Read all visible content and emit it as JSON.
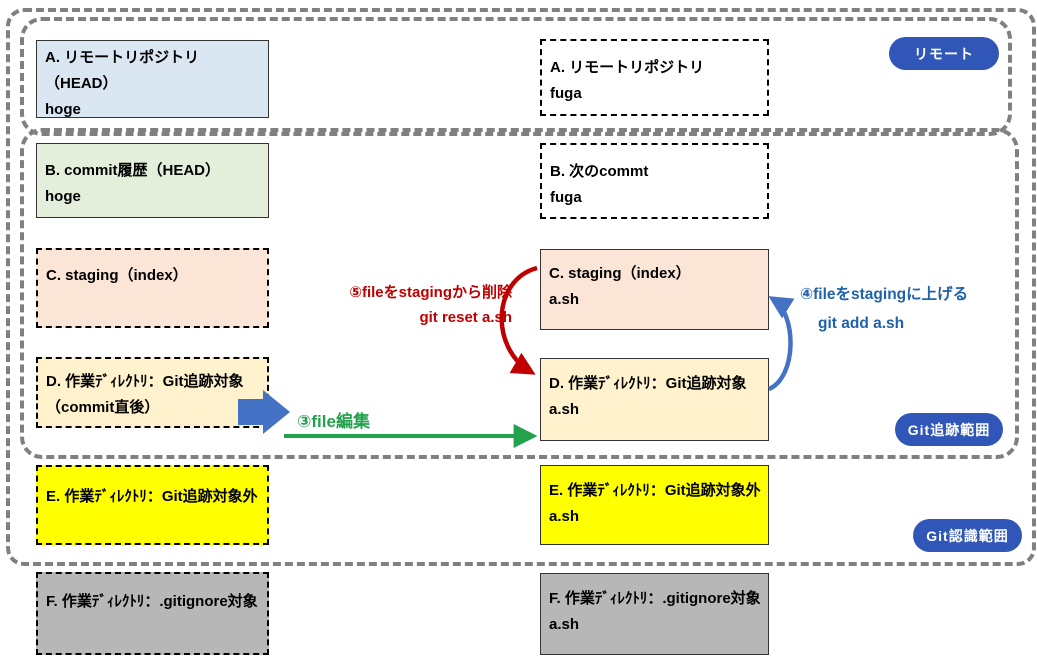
{
  "regions": {
    "remote": {
      "badge": "リモート"
    },
    "tracking": {
      "badge": "Git追跡範囲"
    },
    "recognition": {
      "badge": "Git認識範囲"
    }
  },
  "boxes": {
    "left": [
      {
        "key": "A",
        "lines": [
          "A. リモートリポジトリ",
          "（HEAD）",
          "hoge"
        ]
      },
      {
        "key": "B",
        "lines": [
          "B. commit履歴（HEAD）",
          "hoge"
        ]
      },
      {
        "key": "C",
        "lines": [
          "C. staging（index）"
        ]
      },
      {
        "key": "D",
        "lines": [
          "D. 作業ﾃﾞｨﾚｸﾄﾘ：Git追跡対象",
          "（commit直後）"
        ]
      },
      {
        "key": "E",
        "lines": [
          "E. 作業ﾃﾞｨﾚｸﾄﾘ：Git追跡対象外"
        ]
      },
      {
        "key": "F",
        "lines": [
          "F. 作業ﾃﾞｨﾚｸﾄﾘ：.gitignore対象"
        ]
      }
    ],
    "right": [
      {
        "key": "A",
        "lines": [
          "A. リモートリポジトリ",
          "fuga"
        ]
      },
      {
        "key": "B",
        "lines": [
          "B. 次のcommt",
          "fuga"
        ]
      },
      {
        "key": "C",
        "lines": [
          "C. staging（index）",
          "a.sh"
        ]
      },
      {
        "key": "D",
        "lines": [
          "D. 作業ﾃﾞｨﾚｸﾄﾘ：Git追跡対象",
          "a.sh"
        ]
      },
      {
        "key": "E",
        "lines": [
          "E. 作業ﾃﾞｨﾚｸﾄﾘ：Git追跡対象外",
          "a.sh"
        ]
      },
      {
        "key": "F",
        "lines": [
          "F. 作業ﾃﾞｨﾚｸﾄﾘ：.gitignore対象",
          "a.sh"
        ]
      }
    ]
  },
  "annotations": {
    "edit": {
      "label": "③file編集"
    },
    "add": {
      "label": "④fileをstagingに上げる",
      "command": "git add a.sh"
    },
    "reset": {
      "label": "⑤fileをstagingから削除",
      "command": "git reset a.sh"
    }
  },
  "colors": {
    "remote_box_fill": "#dae6f2",
    "commit_box_fill": "#e3efda",
    "staging_fill": "#fbe5d6",
    "workdir_fill": "#fff2cc",
    "untracked_fill": "#ffff00",
    "gitignore_fill": "#b7b7b7",
    "badge_blue": "#3057b8",
    "arrow_blue": "#4472c4",
    "arrow_red": "#c00000",
    "arrow_green": "#22a24c",
    "annotation_blue": "#1f61ae",
    "container_gray": "#808080"
  }
}
